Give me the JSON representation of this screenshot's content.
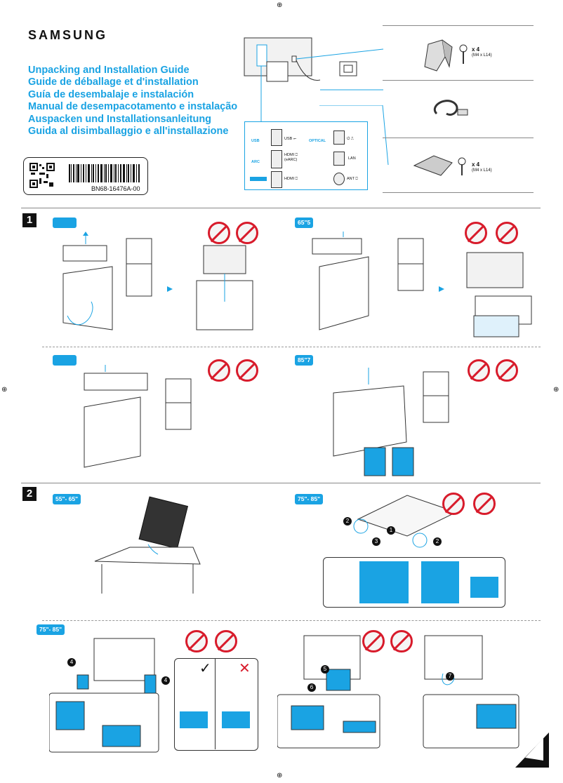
{
  "brand": "SAMSUNG",
  "titles": [
    "Unpacking and Installation Guide",
    "Guide de déballage et d'installation",
    "Guía de desembalaje e instalación",
    "Manual de desempacotamento e instalação",
    "Auspacken und Installationsanleitung",
    "Guida al disimballaggio e all'installazione"
  ],
  "model_code": "BN68-16476A-00",
  "parts": {
    "stand_screws": {
      "qty": "x 4",
      "spec": "(M4 x L14)"
    },
    "base_screws": {
      "qty": "x 4",
      "spec": "(M4 x L14)"
    }
  },
  "ports": {
    "usb_icon": "USB",
    "usb": "USB ⭠",
    "optical_icon": "OPTICAL",
    "power": "⏻ ⎍",
    "arc_icon": "ARC",
    "hdmi_arc": "HDMI ⎕ (eARC)",
    "lan": "LAN",
    "hdmi": "HDMI ⎕",
    "ant": "ANT ⎕"
  },
  "steps": [
    "1",
    "2"
  ],
  "size_tags": {
    "s1a": "",
    "s1b": "65\"5",
    "s1c": "",
    "s1d": "85\"7",
    "s2a": "55\"- 65\"",
    "s2b": "75\"- 85\"",
    "s2c": "75\"- 85\""
  },
  "callouts": [
    "1",
    "2",
    "3",
    "4",
    "5",
    "6",
    "7"
  ]
}
